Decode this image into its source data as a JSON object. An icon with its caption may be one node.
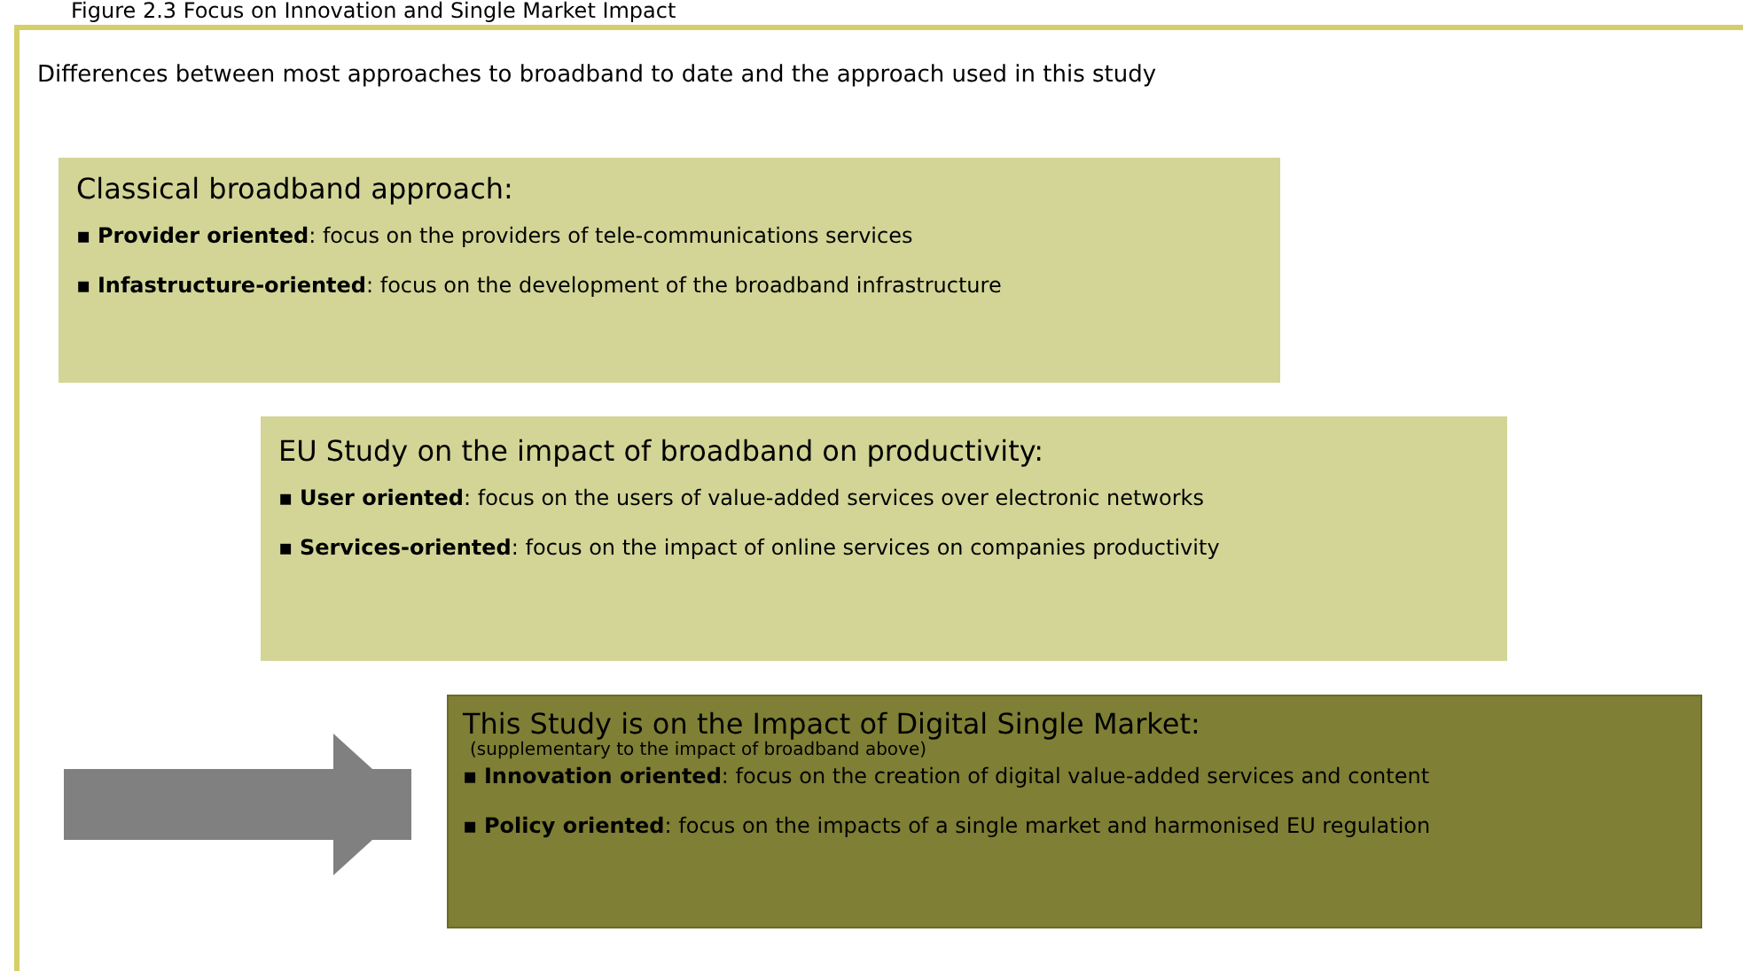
{
  "diagram": {
    "title": "Figure 2.3 Focus on Innovation and Single Market Impact",
    "nodes": [
      {
        "text": [
          "Differences between most approaches to broadband to date and the approach used in this study"
        ]
      },
      {
        "text": [
          "Classical broadband approach:",
          "▪ **Provider oriented**: focus on the providers of tele-communications services",
          "▪ **Infastructure-oriented**: focus on the development of the broadband infrastructure"
        ],
        "in": 0
      },
      {
        "text": [
          "EU Study on the impact of broadband on productivity:",
          "▪ **User oriented**: focus on the users of value-added services over electronic networks",
          "▪ **Services-oriented**: focus on the impact of online services on companies productivity"
        ],
        "in": 0
      },
      {
        "text": [
          "This Study is on the Impact of Digital Single Market:",
          "(supplementary to the impact of broadband above)",
          "▪ **Innovation oriented**: focus on the creation of digital value-added services and content",
          "▪ **Policy oriented**: focus on the impacts of a single market and harmonised EU regulation"
        ],
        "in": 0
      }
    ],
    "edges": [
      {
        "from": null,
        "to": 3,
        "arrow": "to"
      }
    ]
  }
}
